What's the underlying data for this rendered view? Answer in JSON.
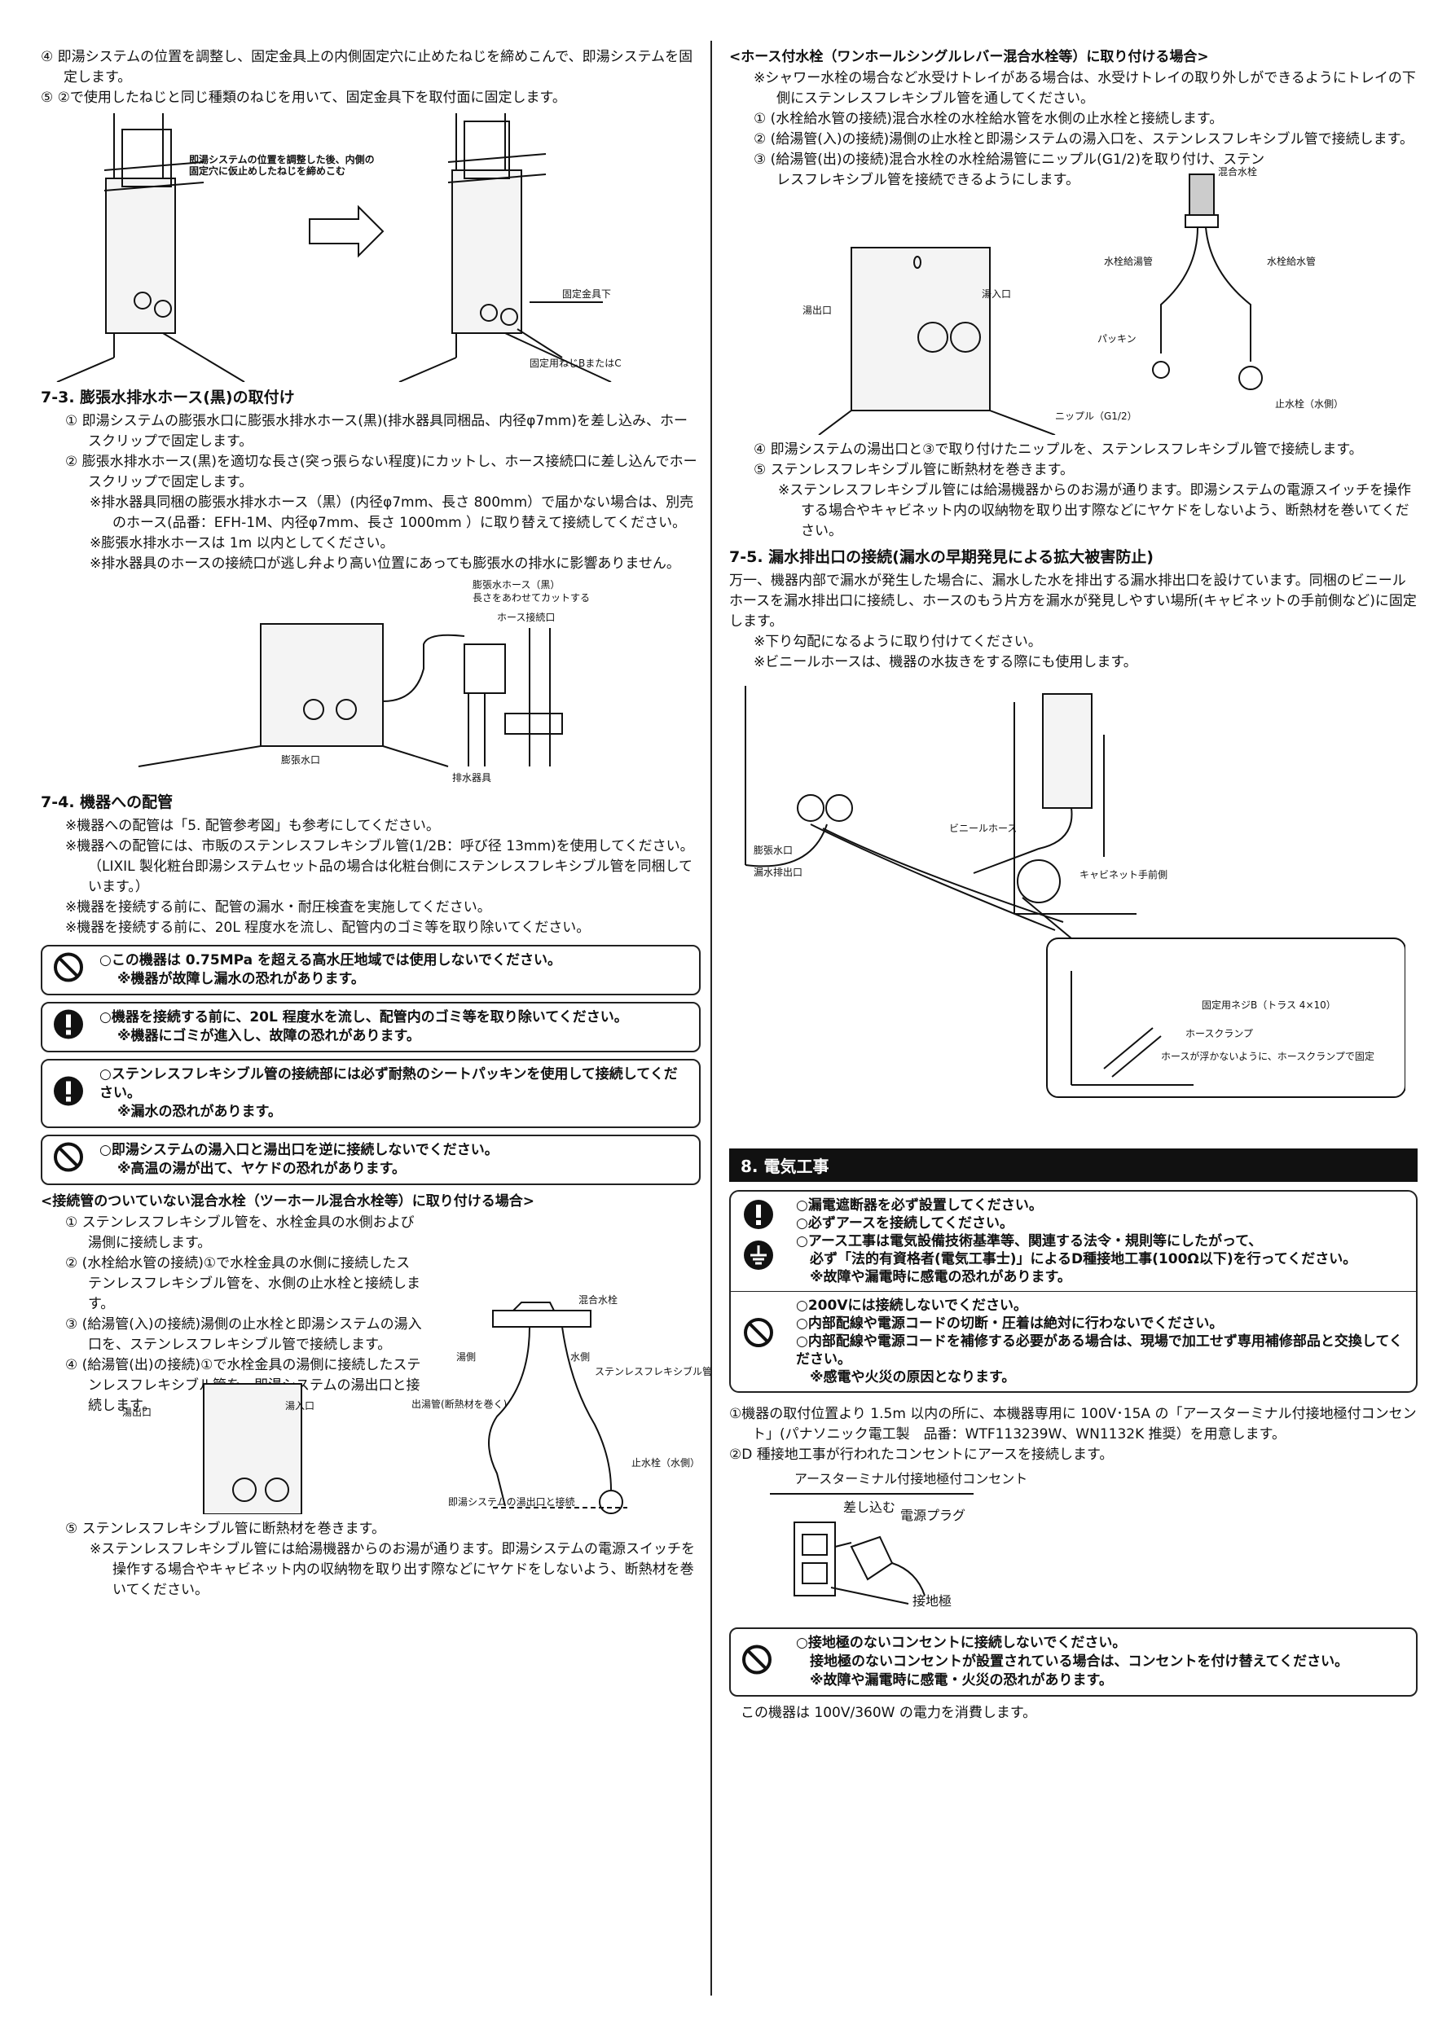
{
  "left": {
    "intro": [
      "④ 即湯システムの位置を調整し、固定金具上の内側固定穴に止めたねじを締めこんで、即湯システムを固定します。",
      "⑤ ②で使用したねじと同じ種類のねじを用いて、固定金具下を取付面に固定します。"
    ],
    "fig1": {
      "note": "即湯システムの位置を調整した後、内側の固定穴に仮止めしたねじを締めこむ",
      "bracket_bottom": "固定金具下",
      "screw": "固定用ねじBまたはC"
    },
    "s73": {
      "title": "7-3. 膨張水排水ホース(黒)の取付け",
      "items": [
        "① 即湯システムの膨張水口に膨張水排水ホース(黒)(排水器具同梱品、内径φ7mm)を差し込み、ホースクリップで固定します。",
        "② 膨張水排水ホース(黒)を適切な長さ(突っ張らない程度)にカットし、ホース接続口に差し込んでホースクリップで固定します。"
      ],
      "notes": [
        "※排水器具同梱の膨張水排水ホース（黒）(内径φ7mm、長さ 800mm）で届かない場合は、別売のホース(品番：EFH-1M、内径φ7mm、長さ 1000mm ）に取り替えて接続してください。",
        "※膨張水排水ホースは 1m 以内としてください。",
        "※排水器具のホースの接続口が逃し弁より高い位置にあっても膨張水の排水に影響ありません。"
      ],
      "fig": {
        "hose": "膨張水ホース（黒）",
        "hose_note": "長さをあわせてカットする",
        "hose_port": "ホース接続口",
        "expansion": "膨張水口",
        "drain": "排水器具"
      }
    },
    "s74": {
      "title": "7-4. 機器への配管",
      "notes": [
        "※機器への配管は「5. 配管参考図」も参考にしてください。",
        "※機器への配管には、市販のステンレスフレキシブル管(1/2B：呼び径 13mm)を使用してください。（LIXIL 製化粧台即湯システムセット品の場合は化粧台側にステンレスフレキシブル管を同梱しています。）",
        "※機器を接続する前に、配管の漏水・耐圧検査を実施してください。",
        "※機器を接続する前に、20L 程度水を流し、配管内のゴミ等を取り除いてください。"
      ]
    },
    "warnings": [
      {
        "icon": "prohibit",
        "line1": "○この機器は 0.75MPa を超える高水圧地域では使用しないでください。",
        "line2": "※機器が故障し漏水の恐れがあります。"
      },
      {
        "icon": "caution",
        "line1": "○機器を接続する前に、20L 程度水を流し、配管内のゴミ等を取り除いてください。",
        "line2": "※機器にゴミが進入し、故障の恐れがあります。"
      },
      {
        "icon": "caution",
        "line1": "○ステンレスフレキシブル管の接続部には必ず耐熱のシートパッキンを使用して接続してください。",
        "line2": "※漏水の恐れがあります。"
      },
      {
        "icon": "prohibit",
        "line1": "○即湯システムの湯入口と湯出口を逆に接続しないでください。",
        "line2": "※高温の湯が出て、ヤケドの恐れがあります。"
      }
    ],
    "twohole": {
      "title": "<接続管のついていない混合水栓（ツーホール混合水栓等）に取り付ける場合>",
      "items": [
        "① ステンレスフレキシブル管を、水栓金具の水側および湯側に接続します。",
        "② (水栓給水管の接続)①で水栓金具の水側に接続したステンレスフレキシブル管を、水側の止水栓と接続します。",
        "③ (給湯管(入)の接続)湯側の止水栓と即湯システムの湯入口を、ステンレスフレキシブル管で接続します。",
        "④ (給湯管(出)の接続)①で水栓金具の湯側に接続したステンレスフレキシブル管を、即湯システムの湯出口と接続します。"
      ],
      "fig": {
        "outlet": "湯出口",
        "inlet": "湯入口",
        "mixer": "混合水栓",
        "hot": "湯側",
        "cold": "水側",
        "flex": "ステンレスフレキシブル管",
        "outpipe": "出湯管(断熱材を巻く)",
        "stop": "止水栓（水側）",
        "conn": "即湯システムの湯出口と接続"
      },
      "after": [
        "⑤ ステンレスフレキシブル管に断熱材を巻きます。",
        "※ステンレスフレキシブル管には給湯機器からのお湯が通ります。即湯システムの電源スイッチを操作する場合やキャビネット内の収納物を取り出す際などにヤケドをしないよう、断熱材を巻いてください。"
      ]
    }
  },
  "right": {
    "hose": {
      "title": "<ホース付水栓（ワンホールシングルレバー混合水栓等）に取り付ける場合>",
      "note": "※シャワー水栓の場合など水受けトレイがある場合は、水受けトレイの取り外しができるようにトレイの下側にステンレスフレキシブル管を通してください。",
      "items": [
        "① (水栓給水管の接続)混合水栓の水栓給水管を水側の止水栓と接続します。",
        "② (給湯管(入)の接続)湯側の止水栓と即湯システムの湯入口を、ステンレスフレキシブル管で接続します。",
        "③ (給湯管(出)の接続)混合水栓の水栓給湯管にニップル(G1/2)を取り付け、ステンレスフレキシブル管を接続できるようにします。"
      ],
      "fig": {
        "mixer": "混合水栓",
        "hotpipe": "水栓給湯管",
        "coldpipe": "水栓給水管",
        "outlet": "湯出口",
        "inlet": "湯入口",
        "packing": "パッキン",
        "nipple": "ニップル（G1/2）",
        "stop": "止水栓（水側）"
      },
      "after": [
        "④ 即湯システムの湯出口と③で取り付けたニップルを、ステンレスフレキシブル管で接続します。",
        "⑤ ステンレスフレキシブル管に断熱材を巻きます。"
      ],
      "after_note": "※ステンレスフレキシブル管には給湯機器からのお湯が通ります。即湯システムの電源スイッチを操作する場合やキャビネット内の収納物を取り出す際などにヤケドをしないよう、断熱材を巻いてください。"
    },
    "s75": {
      "title": "7-5. 漏水排出口の接続(漏水の早期発見による拡大被害防止)",
      "body": "万一、機器内部で漏水が発生した場合に、漏水した水を排出する漏水排出口を設けています。同梱のビニールホースを漏水排出口に接続し、ホースのもう片方を漏水が発見しやすい場所(キャビネットの手前側など)に固定します。",
      "notes": [
        "※下り勾配になるように取り付けてください。",
        "※ビニールホースは、機器の水抜きをする際にも使用します。"
      ],
      "fig": {
        "vinyl": "ビニールホース",
        "expansion": "膨張水口",
        "leak": "漏水排出口",
        "front": "キャビネット手前側",
        "screw": "固定用ネジB（トラス 4×10）",
        "clamp": "ホースクランプ",
        "clamp_note": "ホースが浮かないように、ホースクランプで固定"
      }
    },
    "s8": {
      "title": "8. 電気工事",
      "box1": [
        "○漏電遮断器を必ず設置してください。",
        "○必ずアースを接続してください。",
        "○アース工事は電気設備技術基準等、関連する法令・規則等にしたがって、",
        "　必ず「法的有資格者(電気工事士)」によるD種接地工事(100Ω以下)を行ってください。",
        "　※故障や漏電時に感電の恐れがあります。"
      ],
      "box2": [
        "○200Vには接続しないでください。",
        "○内部配線や電源コードの切断・圧着は絶対に行わないでください。",
        "○内部配線や電源コードを補修する必要がある場合は、現場で加工せず専用補修部品と交換してください。",
        "　※感電や火災の原因となります。"
      ],
      "items": [
        "①機器の取付位置より 1.5m 以内の所に、本機器専用に 100V･15A の「アースターミナル付接地極付コンセント」(パナソニック電工製　品番：WTF113239W、WN1132K 推奨）を用意します。",
        "②D 種接地工事が行われたコンセントにアースを接続します。"
      ],
      "fig": {
        "title": "アースターミナル付接地極付コンセント",
        "insert": "差し込む",
        "plug": "電源プラグ",
        "earth": "接地極"
      },
      "warn": [
        "○接地極のないコンセントに接続しないでください。",
        "　接地極のないコンセントが設置されている場合は、コンセントを付け替えてください。",
        "　※故障や漏電時に感電・火災の恐れがあります。"
      ],
      "power": "この機器は 100V/360W の電力を消費します。"
    }
  }
}
